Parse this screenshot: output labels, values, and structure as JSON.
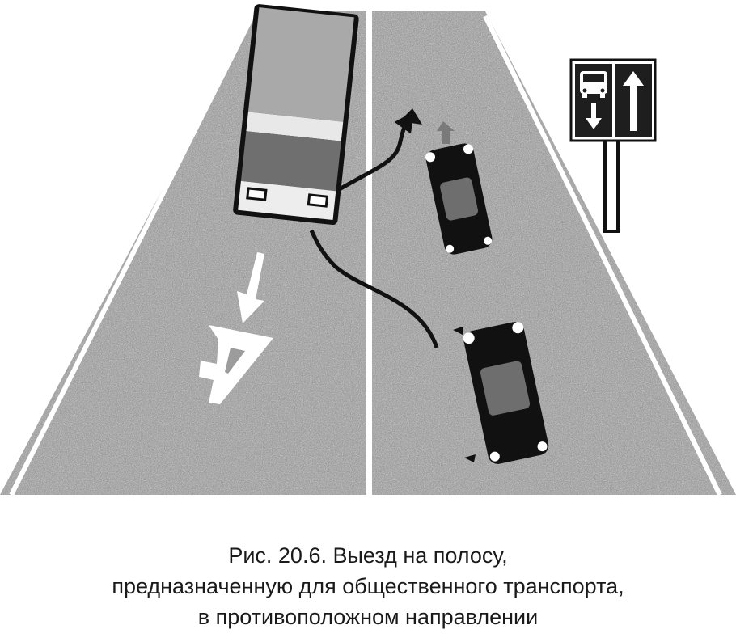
{
  "figure": {
    "sign": {
      "icons": [
        "bus-icon",
        "arrow-down-icon",
        "arrow-up-icon"
      ]
    },
    "colors": {
      "asphalt": "#9c9c9c",
      "marking": "#ffffff",
      "vehicle": "#111111",
      "bus_body": "#a9a9a9",
      "bus_stripe": "#6f6f6f"
    }
  },
  "caption": {
    "lines": [
      "Рис. 20.6. Выезд на полосу,",
      "предназначенную для общественного транспорта,",
      "в противоположном направлении"
    ]
  }
}
